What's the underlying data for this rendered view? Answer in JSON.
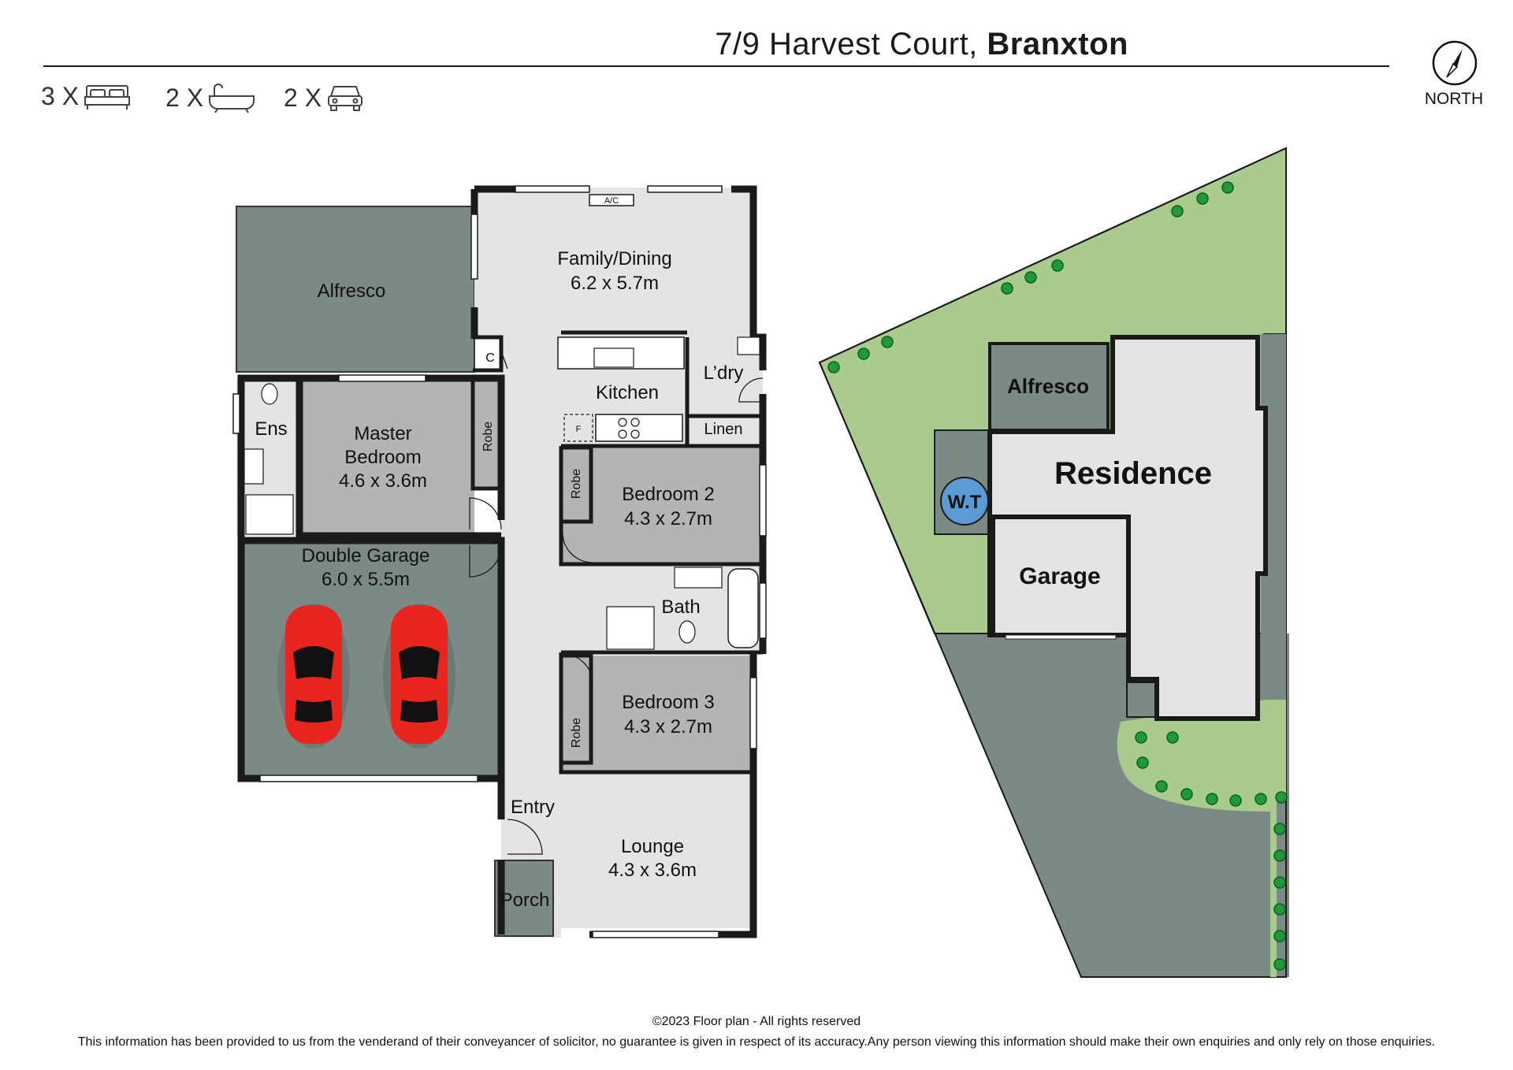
{
  "header": {
    "address_street": "7/9 Harvest Court,",
    "address_suburb": "Branxton",
    "north_label": "NORTH"
  },
  "features": [
    {
      "count": "3 X",
      "icon": "bed-icon"
    },
    {
      "count": "2 X",
      "icon": "bath-icon"
    },
    {
      "count": "2 X",
      "icon": "car-icon"
    }
  ],
  "rooms": {
    "family_dining": {
      "name": "Family/Dining",
      "size": "6.2 x 5.7m"
    },
    "alfresco": {
      "name": "Alfresco"
    },
    "ac": {
      "name": "A/C"
    },
    "cupboard": {
      "name": "C"
    },
    "kitchen": {
      "name": "Kitchen"
    },
    "fridge": {
      "name": "F"
    },
    "laundry": {
      "name": "L’dry"
    },
    "linen": {
      "name": "Linen"
    },
    "ensuite": {
      "name": "Ens"
    },
    "master": {
      "name_line1": "Master",
      "name_line2": "Bedroom",
      "size": "4.6 x 3.6m"
    },
    "master_robe": {
      "name": "Robe"
    },
    "bedroom2": {
      "name": "Bedroom 2",
      "size": "4.3 x 2.7m"
    },
    "bedroom2_robe": {
      "name": "Robe"
    },
    "garage": {
      "name": "Double Garage",
      "size": "6.0 x 5.5m"
    },
    "bath": {
      "name": "Bath"
    },
    "bedroom3": {
      "name": "Bedroom 3",
      "size": "4.3 x 2.7m"
    },
    "bedroom3_robe": {
      "name": "Robe"
    },
    "entry": {
      "name": "Entry"
    },
    "porch": {
      "name": "Porch"
    },
    "lounge": {
      "name": "Lounge",
      "size": "4.3 x 3.6m"
    }
  },
  "site_plan": {
    "alfresco": "Alfresco",
    "residence": "Residence",
    "garage": "Garage",
    "water_tank": "W.T"
  },
  "colors": {
    "wall": "#1a1a1a",
    "interior": "#e4e4e6",
    "bedroom": "#b4b4b6",
    "outdoor_dark": "#7b8a85",
    "lawn": "#a9cb8d",
    "tree": "#1f9a3a",
    "tank": "#5b9bd5",
    "car": "#e8251e"
  },
  "footer": {
    "copyright": "©2023 Floor plan  - All rights reserved",
    "disclaimer": "This information has been provided to us from the venderand of their conveyancer of solicitor, no guarantee is given in respect of its accuracy.Any person viewing this information should make their own enquiries and only rely on those enquiries."
  }
}
